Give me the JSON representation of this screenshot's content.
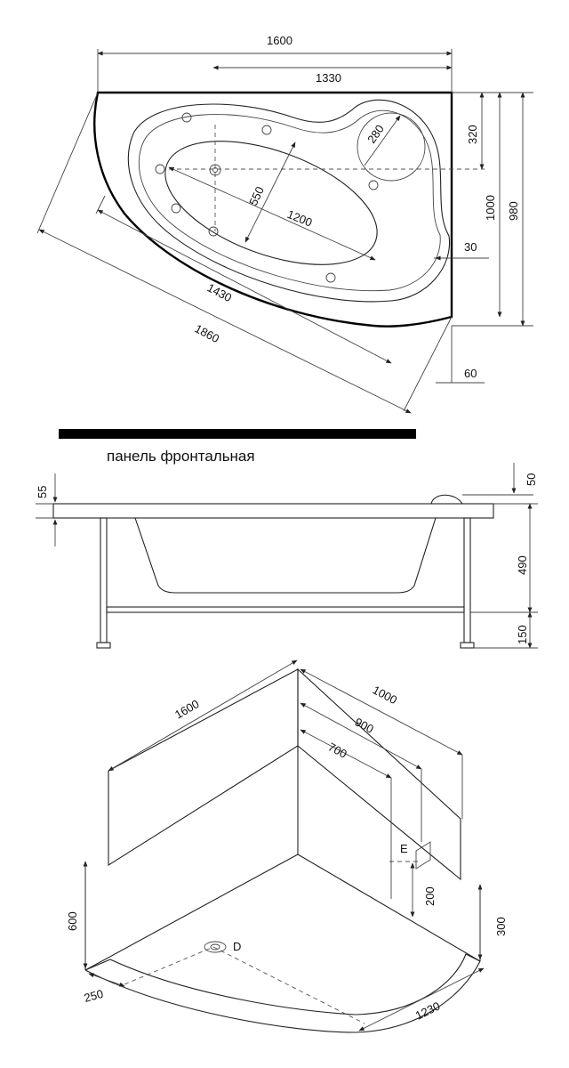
{
  "top_view": {
    "dims": {
      "width_total": "1600",
      "width_inner": "1330",
      "depth_corner": "320",
      "depth_inner": "1000",
      "depth_total": "980",
      "corner_radius": "280",
      "bowl_width": "550",
      "bowl_length": "1200",
      "offset_30": "30",
      "diag_inner": "1430",
      "diag_outer": "1860",
      "offset_60": "60"
    }
  },
  "front_panel_label": "панель фронтальная",
  "side_view": {
    "dims": {
      "rim_left": "55",
      "rim_right": "50",
      "bath_height": "490",
      "leg_height": "150"
    }
  },
  "iso_view": {
    "dims": {
      "wall_long": "1600",
      "wall_short": "1000",
      "dist_900": "900",
      "dist_700": "700",
      "height_600": "600",
      "height_300": "300",
      "height_200": "200",
      "offset_250": "250",
      "arc_1230": "1230"
    },
    "labels": {
      "outlet": "E",
      "drain": "D"
    }
  }
}
